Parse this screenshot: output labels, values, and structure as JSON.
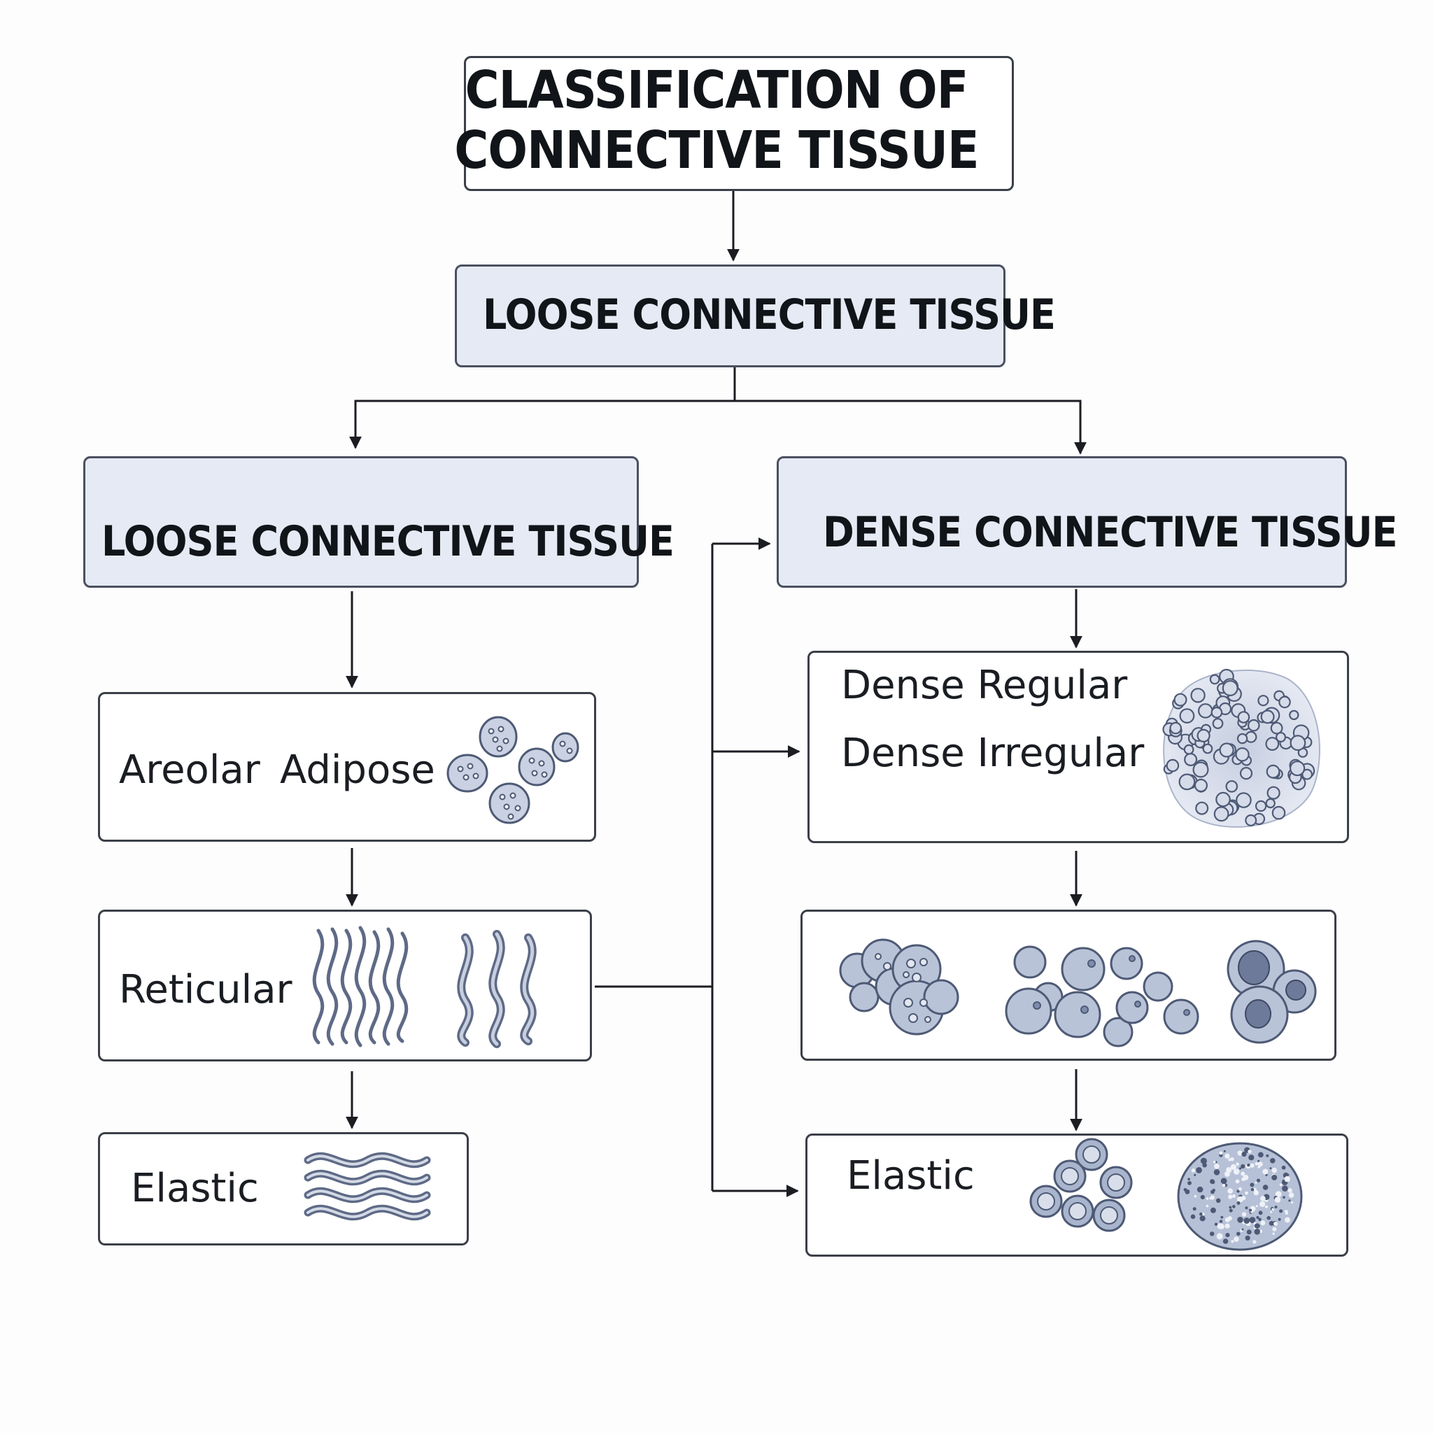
{
  "title": {
    "line1": "CLASSIFICATION OF",
    "line2": "CONNECTIVE TISSUE"
  },
  "level1": {
    "label": "LOOSE CONNECTIVE TISSUE"
  },
  "left_branch": {
    "header": "LOOSE CONNECTIVE TISSUE",
    "items": [
      {
        "labels": [
          "Areolar",
          "Adipose"
        ],
        "icon": "adipose-cells-icon"
      },
      {
        "labels": [
          "Reticular"
        ],
        "icon": "reticular-fibers-icon"
      },
      {
        "labels": [
          "Elastic"
        ],
        "icon": "elastic-fibers-icon"
      }
    ]
  },
  "right_branch": {
    "header": "DENSE CONNECTIVE TISSUE",
    "items": [
      {
        "labels": [
          "Dense Regular",
          "Dense Irregular"
        ],
        "icon": "dense-tissue-cluster-icon"
      },
      {
        "labels": [],
        "icon": "cell-groups-icon"
      },
      {
        "labels": [
          "Elastic"
        ],
        "icon": "elastic-cells-icon"
      }
    ]
  },
  "colors": {
    "border": "#3b3f47",
    "shaded_box": "#e6eaf4",
    "cell_fill": "#b9c3d8",
    "cell_stroke": "#4e5a75",
    "arrow": "#1b1d22"
  }
}
